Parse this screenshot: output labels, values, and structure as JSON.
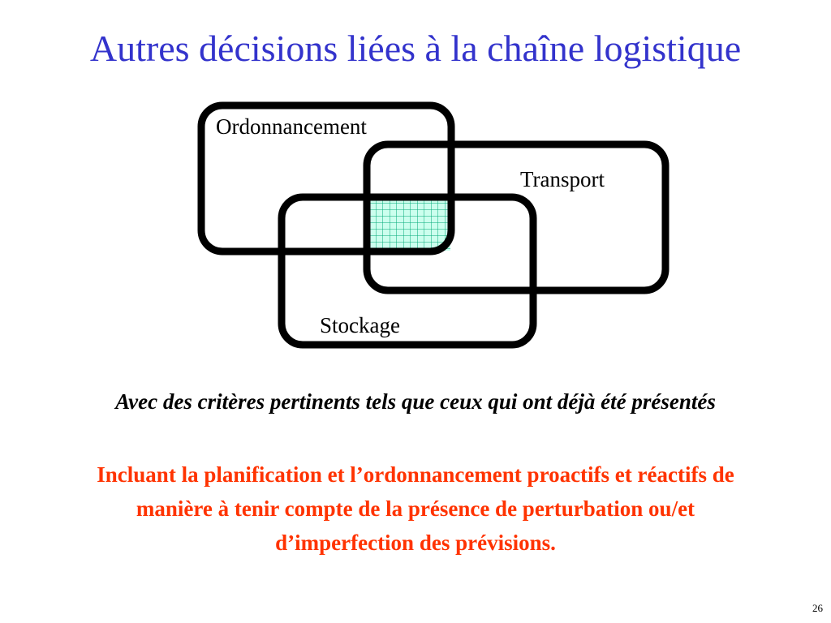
{
  "slide": {
    "title": "Autres décisions liées à la chaîne logistique",
    "criteria_text": "Avec des critères pertinents tels que ceux qui ont déjà été présentés",
    "note_text": "Incluant la planification et l’ordonnancement proactifs et réactifs de manière à tenir compte de la présence de perturbation ou/et d’imperfection des prévisions.",
    "page_number": "26"
  },
  "diagram": {
    "sets": [
      {
        "label": "Ordonnancement"
      },
      {
        "label": "Transport"
      },
      {
        "label": "Stockage"
      }
    ]
  },
  "colors": {
    "title": "#3333cc",
    "note": "#ff3300",
    "intersection_fill": "#ccffee",
    "intersection_grid": "#00aa77",
    "outline": "#000000"
  }
}
